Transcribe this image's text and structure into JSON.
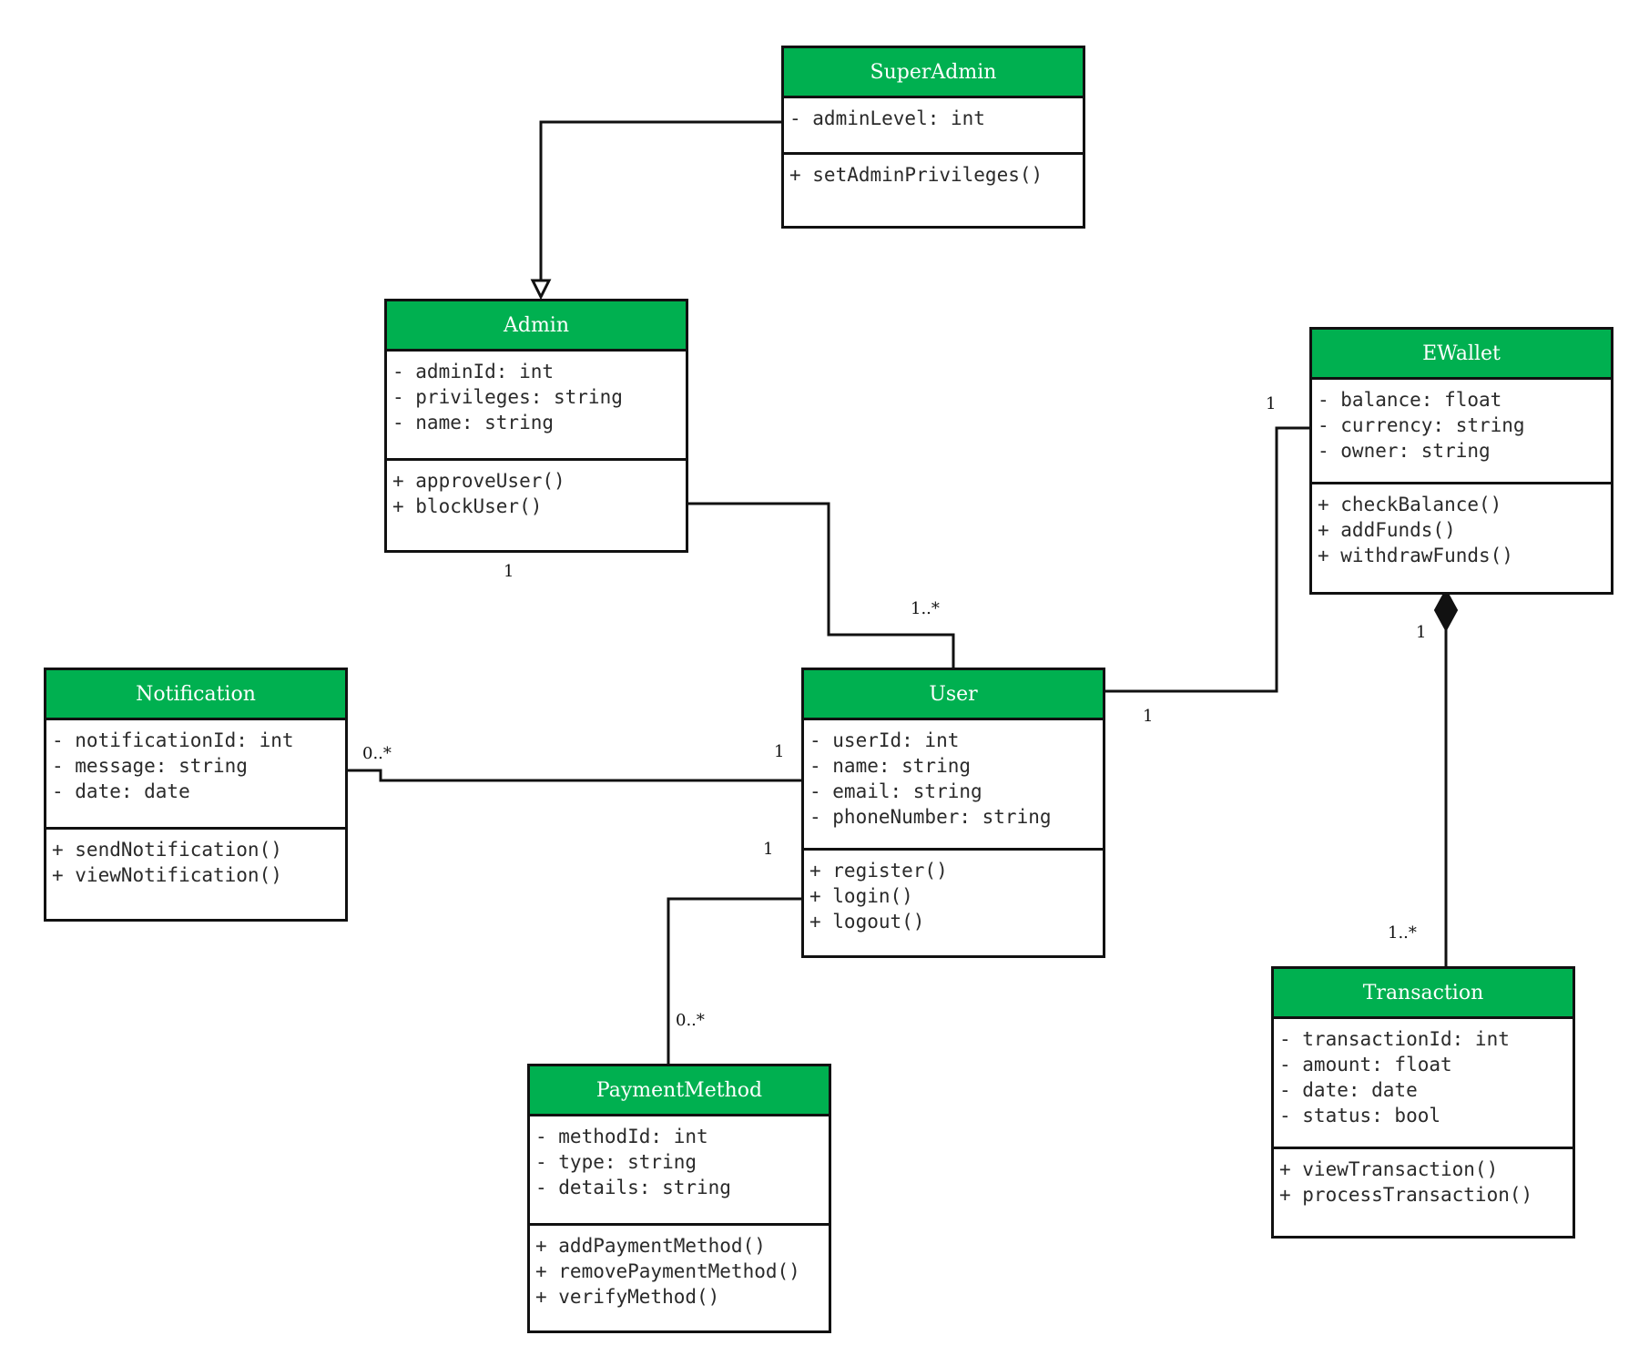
{
  "classes": [
    {
      "id": "superadmin",
      "name": "SuperAdmin",
      "attributes": [
        "- adminLevel: int"
      ],
      "methods": [
        "+ setAdminPrivileges()"
      ]
    },
    {
      "id": "admin",
      "name": "Admin",
      "attributes": [
        "- adminId: int",
        "- privileges: string",
        "- name: string"
      ],
      "methods": [
        "+ approveUser()",
        "+ blockUser()"
      ]
    },
    {
      "id": "ewallet",
      "name": "EWallet",
      "attributes": [
        "- balance: float",
        "- currency: string",
        "- owner: string"
      ],
      "methods": [
        "+ checkBalance()",
        "+ addFunds()",
        "+ withdrawFunds()"
      ]
    },
    {
      "id": "notification",
      "name": "Notification",
      "attributes": [
        "- notificationId: int",
        "- message: string",
        "- date: date"
      ],
      "methods": [
        "+ sendNotification()",
        "+ viewNotification()"
      ]
    },
    {
      "id": "user",
      "name": "User",
      "attributes": [
        "- userId: int",
        "- name: string",
        "- email: string",
        "- phoneNumber: string"
      ],
      "methods": [
        "+ register()",
        "+ login()",
        "+ logout()"
      ]
    },
    {
      "id": "paymentmethod",
      "name": "PaymentMethod",
      "attributes": [
        "- methodId: int",
        "- type: string",
        "- details: string"
      ],
      "methods": [
        "+ addPaymentMethod()",
        "+ removePaymentMethod()",
        "+ verifyMethod()"
      ]
    },
    {
      "id": "transaction",
      "name": "Transaction",
      "attributes": [
        "- transactionId: int",
        "- amount: float",
        "- date: date",
        "- status: bool"
      ],
      "methods": [
        "+ viewTransaction()",
        "+ processTransaction()"
      ]
    }
  ],
  "relationships": [
    {
      "id": "superadmin-admin",
      "type": "generalization",
      "from": "SuperAdmin",
      "to": "Admin"
    },
    {
      "id": "admin-user",
      "type": "association",
      "from": "Admin",
      "to": "User",
      "from_mult": "1",
      "to_mult": "1..*"
    },
    {
      "id": "user-ewallet",
      "type": "association",
      "from": "User",
      "to": "EWallet",
      "from_mult": "1",
      "to_mult": "1"
    },
    {
      "id": "user-notification",
      "type": "association",
      "from": "User",
      "to": "Notification",
      "from_mult": "1",
      "to_mult": "0..*"
    },
    {
      "id": "user-paymentmethod",
      "type": "association",
      "from": "User",
      "to": "PaymentMethod",
      "from_mult": "1",
      "to_mult": "0..*"
    },
    {
      "id": "ewallet-transaction",
      "type": "composition",
      "from": "EWallet",
      "to": "Transaction",
      "from_mult": "1",
      "to_mult": "1..*"
    }
  ],
  "colors": {
    "header_fill": "#00b050",
    "header_text": "#ffffff",
    "border": "#111111"
  }
}
